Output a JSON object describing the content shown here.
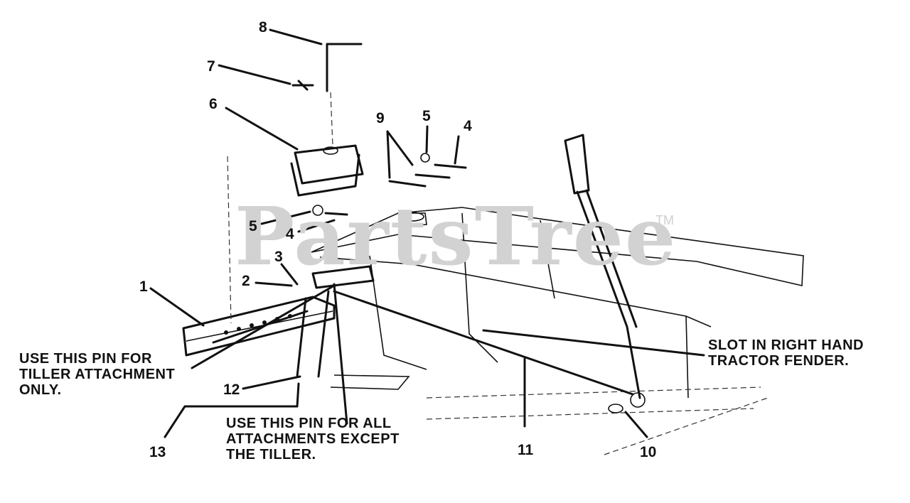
{
  "watermark": {
    "text": "PartsTree",
    "trademark": "TM"
  },
  "callouts": [
    {
      "id": "1",
      "label": "1"
    },
    {
      "id": "2",
      "label": "2"
    },
    {
      "id": "3",
      "label": "3"
    },
    {
      "id": "4a",
      "label": "4"
    },
    {
      "id": "4b",
      "label": "4"
    },
    {
      "id": "5a",
      "label": "5"
    },
    {
      "id": "5b",
      "label": "5"
    },
    {
      "id": "6",
      "label": "6"
    },
    {
      "id": "7",
      "label": "7"
    },
    {
      "id": "8",
      "label": "8"
    },
    {
      "id": "9",
      "label": "9"
    },
    {
      "id": "10",
      "label": "10"
    },
    {
      "id": "11",
      "label": "11"
    },
    {
      "id": "12",
      "label": "12"
    },
    {
      "id": "13",
      "label": "13"
    }
  ],
  "notes": {
    "tiller_pin": [
      "USE THIS PIN FOR",
      "TILLER ATTACHMENT",
      "ONLY."
    ],
    "all_pin": [
      "USE THIS PIN FOR ALL",
      "ATTACHMENTS EXCEPT",
      "THE TILLER."
    ],
    "slot": [
      "SLOT IN RIGHT HAND",
      "TRACTOR FENDER."
    ]
  }
}
